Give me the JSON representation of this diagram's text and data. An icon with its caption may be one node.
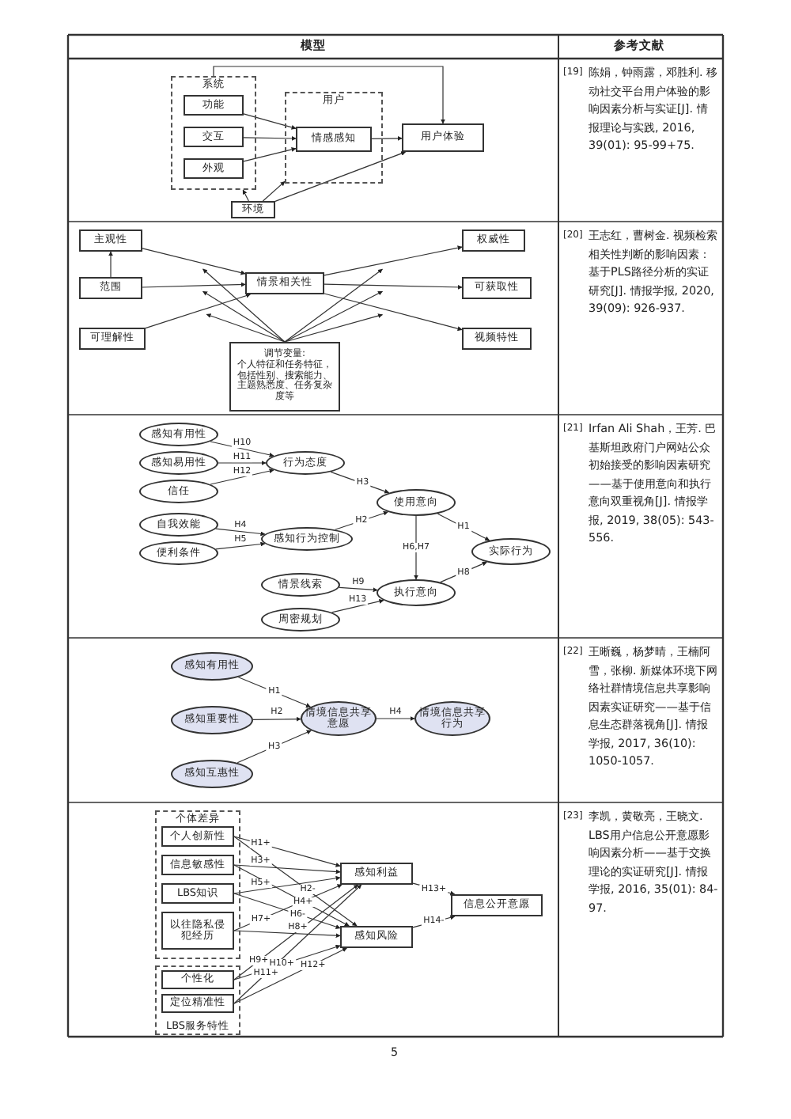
{
  "diagram": {
    "nodes": [
      {
        "text": [
          "系统"
        ]
      },
      {
        "text": [
          "功能"
        ],
        "in": 0
      },
      {
        "text": [
          "交互"
        ],
        "in": 0
      },
      {
        "text": [
          "外观"
        ],
        "in": 0
      },
      {
        "text": [
          "用户"
        ]
      },
      {
        "text": [
          "情感感知"
        ],
        "in": 4
      },
      {
        "text": [
          "用户体验"
        ]
      },
      {
        "text": [
          "环境"
        ]
      },
      {
        "text": [
          "主观性"
        ]
      },
      {
        "text": [
          "范围"
        ]
      },
      {
        "text": [
          "可理解性"
        ]
      },
      {
        "text": [
          "情景相关性"
        ]
      },
      {
        "text": [
          "权威性"
        ]
      },
      {
        "text": [
          "可获取性"
        ]
      },
      {
        "text": [
          "视频特性"
        ]
      },
      {
        "text": [
          "调节变量:",
          "个人特征和任务特征，包括性别、搜索能力、主题熟悉度、任务复杂度等"
        ]
      },
      {
        "text": [
          "感知有用性"
        ]
      },
      {
        "text": [
          "感知易用性"
        ]
      },
      {
        "text": [
          "信任"
        ]
      },
      {
        "text": [
          "行为态度"
        ]
      },
      {
        "text": [
          "自我效能"
        ]
      },
      {
        "text": [
          "便利条件"
        ]
      },
      {
        "text": [
          "感知行为控制"
        ]
      },
      {
        "text": [
          "使用意向"
        ]
      },
      {
        "text": [
          "情景线索"
        ]
      },
      {
        "text": [
          "执行意向"
        ]
      },
      {
        "text": [
          "实际行为"
        ]
      },
      {
        "text": [
          "周密规划"
        ]
      },
      {
        "text": [
          "感知有用性"
        ]
      },
      {
        "text": [
          "感知重要性"
        ]
      },
      {
        "text": [
          "感知互惠性"
        ]
      },
      {
        "text": [
          "情境信息共享意愿"
        ]
      },
      {
        "text": [
          "情境信息共享行为"
        ]
      },
      {
        "text": [
          "个体差异"
        ]
      },
      {
        "text": [
          "个人创新性"
        ],
        "in": 33
      },
      {
        "text": [
          "信息敏感性"
        ],
        "in": 33
      },
      {
        "text": [
          "LBS知识"
        ],
        "in": 33
      },
      {
        "text": [
          "以往隐私侵犯经历"
        ],
        "in": 33
      },
      {
        "text": [
          "LBS服务特性"
        ]
      },
      {
        "text": [
          "个性化"
        ],
        "in": 38
      },
      {
        "text": [
          "定位精准性"
        ],
        "in": 38
      },
      {
        "text": [
          "感知利益"
        ]
      },
      {
        "text": [
          "感知风险"
        ]
      },
      {
        "text": [
          "信息公开意愿"
        ]
      }
    ],
    "edges": [
      {
        "from": 1,
        "to": 5,
        "arrow": "to"
      },
      {
        "from": 2,
        "to": 5,
        "arrow": "to"
      },
      {
        "from": 3,
        "to": 5,
        "arrow": "to"
      },
      {
        "from": 5,
        "to": 6,
        "arrow": "to"
      },
      {
        "from": 0,
        "to": 6,
        "arrow": "to"
      },
      {
        "from": 7,
        "to": 0,
        "arrow": "to"
      },
      {
        "from": 7,
        "to": 4,
        "arrow": "to"
      },
      {
        "from": 7,
        "to": 6,
        "arrow": "to"
      },
      {
        "from": 9,
        "to": 8,
        "arrow": "to"
      },
      {
        "from": 8,
        "to": 11,
        "arrow": "to"
      },
      {
        "from": 9,
        "to": 11,
        "arrow": "to"
      },
      {
        "from": 10,
        "to": 11,
        "arrow": "to"
      },
      {
        "from": 11,
        "to": 12,
        "arrow": "to"
      },
      {
        "from": 11,
        "to": 13,
        "arrow": "to"
      },
      {
        "from": 11,
        "to": 14,
        "arrow": "to"
      },
      {
        "from": 15,
        "to": null,
        "arrow": "to"
      },
      {
        "from": 15,
        "to": null,
        "arrow": "to"
      },
      {
        "from": 15,
        "to": null,
        "arrow": "to"
      },
      {
        "from": 15,
        "to": null,
        "arrow": "to"
      },
      {
        "from": 15,
        "to": null,
        "arrow": "to"
      },
      {
        "from": 15,
        "to": null,
        "arrow": "to"
      },
      {
        "from": 16,
        "to": 19,
        "arrow": "to",
        "label": "H10"
      },
      {
        "from": 17,
        "to": 19,
        "arrow": "to",
        "label": "H11"
      },
      {
        "from": 18,
        "to": 19,
        "arrow": "to",
        "label": "H12"
      },
      {
        "from": 19,
        "to": 23,
        "arrow": "to",
        "label": "H3"
      },
      {
        "from": 20,
        "to": 22,
        "arrow": "to",
        "label": "H4"
      },
      {
        "from": 21,
        "to": 22,
        "arrow": "to",
        "label": "H5"
      },
      {
        "from": 22,
        "to": 23,
        "arrow": "to",
        "label": "H2"
      },
      {
        "from": 23,
        "to": 26,
        "arrow": "to",
        "label": "H1"
      },
      {
        "from": 23,
        "to": 25,
        "arrow": "to",
        "label": "H6,H7"
      },
      {
        "from": 24,
        "to": 25,
        "arrow": "to",
        "label": "H9"
      },
      {
        "from": 27,
        "to": 25,
        "arrow": "to",
        "label": "H13"
      },
      {
        "from": 25,
        "to": 26,
        "arrow": "to",
        "label": "H8"
      },
      {
        "from": 28,
        "to": 31,
        "arrow": "to",
        "label": "H1"
      },
      {
        "from": 29,
        "to": 31,
        "arrow": "to",
        "label": "H2"
      },
      {
        "from": 30,
        "to": 31,
        "arrow": "to",
        "label": "H3"
      },
      {
        "from": 31,
        "to": 32,
        "arrow": "to",
        "label": "H4"
      },
      {
        "from": 34,
        "to": 41,
        "arrow": "to",
        "label": "H1+"
      },
      {
        "from": 34,
        "to": 42,
        "arrow": "to",
        "label": "H2-"
      },
      {
        "from": 35,
        "to": 41,
        "arrow": "to",
        "label": "H3+"
      },
      {
        "from": 35,
        "to": 42,
        "arrow": "to",
        "label": "H4+"
      },
      {
        "from": 36,
        "to": 41,
        "arrow": "to",
        "label": "H5+"
      },
      {
        "from": 36,
        "to": 42,
        "arrow": "to",
        "label": "H6-"
      },
      {
        "from": 37,
        "to": 41,
        "arrow": "to",
        "label": "H7+"
      },
      {
        "from": 37,
        "to": 42,
        "arrow": "to",
        "label": "H8+"
      },
      {
        "from": 39,
        "to": 41,
        "arrow": "to",
        "label": "H9+"
      },
      {
        "from": 39,
        "to": 42,
        "arrow": "to",
        "label": "H10+"
      },
      {
        "from": 40,
        "to": 41,
        "arrow": "to",
        "label": "H11+"
      },
      {
        "from": 40,
        "to": 42,
        "arrow": "to",
        "label": "H12+"
      },
      {
        "from": 41,
        "to": 43,
        "arrow": "to",
        "label": "H13+"
      },
      {
        "from": 42,
        "to": 43,
        "arrow": "to",
        "label": "H14-"
      }
    ],
    "labels": [
      "模型",
      "参考文献",
      "[19]",
      "陈娟，钟雨露，邓胜利. 移动社交平台用户体验的影响因素分析与实证[J]. 情报理论与实践, 2016, 39(01): 95-99+75.",
      "[20]",
      "王志红，曹树金. 视频检索相关性判断的影响因素：基于PLS路径分析的实证研究[J]. 情报学报, 2020, 39(09): 926-937.",
      "[21]",
      "Irfan Ali Shah，王芳. 巴基斯坦政府门户网站公众初始接受的影响因素研究——基于使用意向和执行意向双重视角[J]. 情报学报, 2019, 38(05): 543-556.",
      "[22]",
      "王晰巍，杨梦晴，王楠阿雪，张柳. 新媒体环境下网络社群情境信息共享影响因素实证研究——基于信息生态群落视角[J]. 情报学报, 2017, 36(10): 1050-1057.",
      "[23]",
      "李凯，黄敬亮，王晓文. LBS用户信息公开意愿影响因素分析——基于交换理论的实证研究[J]. 情报学报, 2016, 35(01): 84-97.",
      "5"
    ]
  }
}
